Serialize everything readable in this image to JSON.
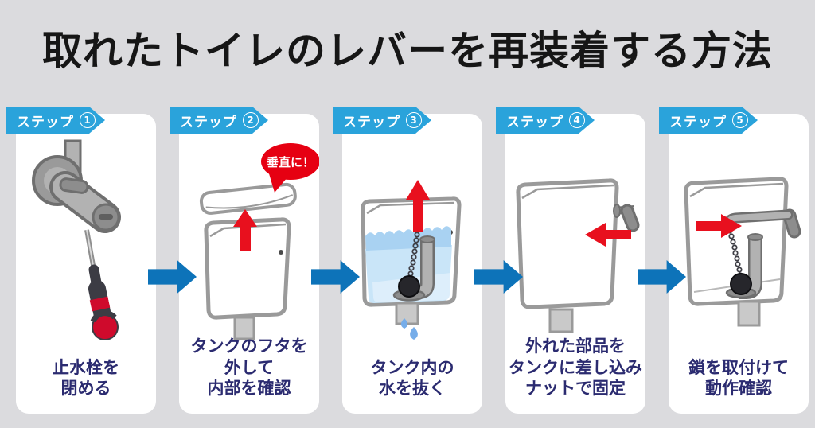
{
  "title": "取れたトイレのレバーを再装着する方法",
  "steps": [
    {
      "tag": "ステップ",
      "number": "1",
      "caption": "止水栓を\n閉める",
      "illustration": "shutoff-valve-and-screwdriver"
    },
    {
      "tag": "ステップ",
      "number": "2",
      "caption": "タンクのフタを\n外して\n内部を確認",
      "bubble": "垂直に！",
      "illustration": "tank-lid-removal"
    },
    {
      "tag": "ステップ",
      "number": "3",
      "caption": "タンク内の\n水を抜く",
      "illustration": "tank-water-drain"
    },
    {
      "tag": "ステップ",
      "number": "4",
      "caption": "外れた部品を\nタンクに差し込み\nナットで固定",
      "illustration": "lever-insertion"
    },
    {
      "tag": "ステップ",
      "number": "5",
      "caption": "鎖を取付けて\n動作確認",
      "illustration": "chain-attach-and-check"
    }
  ],
  "colors": {
    "background": "#dbdbde",
    "card": "#ffffff",
    "step_tag_blue": "#2aa3db",
    "next_arrow_blue": "#0d73b9",
    "caption_navy": "#2b2b70",
    "accent_red": "#e8101e",
    "bubble_red": "#e60012",
    "title_black": "#161616"
  }
}
